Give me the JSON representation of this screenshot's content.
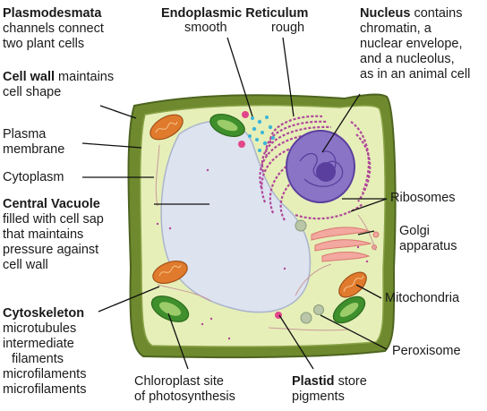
{
  "labels": {
    "plasmodesmata": {
      "bold": "Plasmodesmata",
      "lines": [
        "channels connect",
        "two plant cells"
      ]
    },
    "er": {
      "bold": "Endoplasmic Reticulum",
      "smooth": "smooth",
      "rough": "rough"
    },
    "nucleus": {
      "bold": "Nucleus",
      "rest": " contains",
      "lines": [
        "chromatin, a",
        "nuclear envelope,",
        "and a nucleolus,",
        "as in an animal cell"
      ]
    },
    "cell_wall": {
      "bold": "Cell wall",
      "rest": " maintains",
      "lines": [
        "cell shape"
      ]
    },
    "plasma_membrane": {
      "lines": [
        "Plasma",
        "membrane"
      ]
    },
    "cytoplasm": {
      "text": "Cytoplasm"
    },
    "central_vacuole": {
      "bold": "Central Vacuole",
      "lines": [
        "filled with cell sap",
        "that maintains",
        "pressure against",
        "cell wall"
      ]
    },
    "ribosomes": {
      "text": "Ribosomes"
    },
    "golgi": {
      "lines": [
        "Golgi",
        "apparatus"
      ]
    },
    "mitochondria": {
      "text": "Mitochondria"
    },
    "cytoskeleton": {
      "bold": "Cytoskeleton",
      "lines": [
        "microtubules",
        "intermediate",
        "filaments",
        "microfilaments",
        "microfilaments"
      ]
    },
    "peroxisome": {
      "text": "Peroxisome"
    },
    "chloroplast": {
      "lines": [
        "Chloroplast site",
        "of photosynthesis"
      ]
    },
    "plastid": {
      "bold": "Plastid",
      "rest": " store",
      "lines": [
        "pigments"
      ]
    }
  },
  "colors": {
    "cell_wall": "#6f8a2e",
    "cell_wall_dark": "#4d6420",
    "cytoplasm": "#e6efb8",
    "vacuole": "#dde3ef",
    "nucleus": "#8a74c6",
    "nucleolus": "#5b3f9e",
    "rough_er": "#b0479a",
    "smooth_er": "#3bb5d8",
    "mitochondria": "#e07a2c",
    "chloroplast": "#3f8f2d",
    "golgi": "#f3a8a0",
    "peroxisome": "#b9c7a8",
    "plastid": "#e2468a"
  }
}
